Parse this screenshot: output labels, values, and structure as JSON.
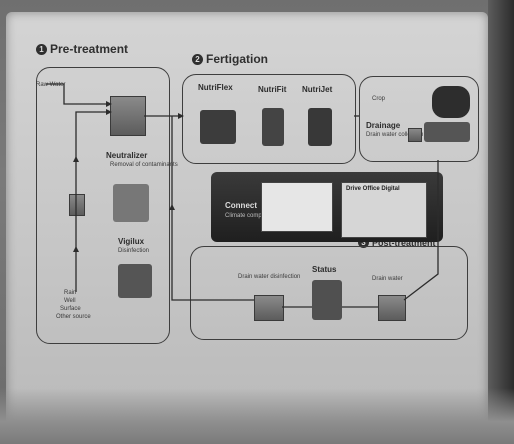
{
  "sections": {
    "pretreatment": {
      "number": "1",
      "title": "Pre-treatment"
    },
    "fertigation": {
      "number": "2",
      "title": "Fertigation"
    },
    "posttreatment": {
      "number": "3",
      "title": "Post-treatment"
    }
  },
  "pretreatment_labels": {
    "source_top": "Raw Water",
    "neutralizer": "Neutralizer",
    "neutralizer_sub": "Removal of contaminants",
    "vigilux": "Vigilux",
    "vigilux_sub": "Disinfection",
    "source_bottom_1": "Rain",
    "source_bottom_2": "Well",
    "source_bottom_3": "Surface",
    "source_bottom_4": "Other source"
  },
  "fertigation_labels": {
    "unit_1": "NutriFlex",
    "unit_2": "NutriFit",
    "unit_3": "NutriJet"
  },
  "crop_labels": {
    "top": "Crop",
    "mid": "Drainage",
    "sub": "Drain water collection"
  },
  "control_labels": {
    "brand": "Connect",
    "brand_sub": "Climate computer",
    "card": "Drive Office Digital"
  },
  "posttreatment_labels": {
    "left": "Drain water disinfection",
    "center": "Status",
    "right": "Drain water"
  }
}
